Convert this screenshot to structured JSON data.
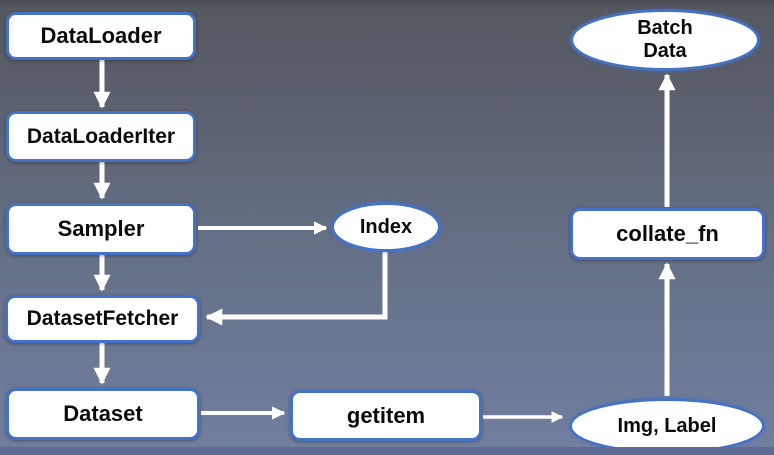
{
  "diagram": {
    "nodes": {
      "dataloader": {
        "label": "DataLoader",
        "shape": "rect"
      },
      "dataloaderiter": {
        "label": "DataLoaderIter",
        "shape": "rect"
      },
      "sampler": {
        "label": "Sampler",
        "shape": "rect"
      },
      "datasetfetcher": {
        "label": "DatasetFetcher",
        "shape": "rect"
      },
      "dataset": {
        "label": "Dataset",
        "shape": "rect"
      },
      "getitem": {
        "label": "getitem",
        "shape": "rect"
      },
      "collate_fn": {
        "label": "collate_fn",
        "shape": "rect"
      },
      "index": {
        "label": "Index",
        "shape": "ellipse"
      },
      "img_label": {
        "label": "Img, Label",
        "shape": "ellipse"
      },
      "batch_data": {
        "label": "Batch Data",
        "line1": "Batch",
        "line2": "Data",
        "shape": "ellipse"
      }
    },
    "edges": [
      {
        "from": "DataLoader",
        "to": "DataLoaderIter"
      },
      {
        "from": "DataLoaderIter",
        "to": "Sampler"
      },
      {
        "from": "Sampler",
        "to": "Index"
      },
      {
        "from": "Sampler",
        "to": "DatasetFetcher"
      },
      {
        "from": "Index",
        "to": "DatasetFetcher"
      },
      {
        "from": "DatasetFetcher",
        "to": "Dataset"
      },
      {
        "from": "Dataset",
        "to": "getitem"
      },
      {
        "from": "getitem",
        "to": "Img, Label"
      },
      {
        "from": "Img, Label",
        "to": "collate_fn"
      },
      {
        "from": "collate_fn",
        "to": "Batch Data"
      }
    ],
    "colors": {
      "node_border": "#4472c4",
      "node_fill": "#ffffff",
      "arrow": "#ffffff",
      "text": "#0b0b0b",
      "bg_top": "#4b4e55",
      "bg_upper": "#55585f",
      "bg_mid": "#657086",
      "bg_lower": "#71809f",
      "edge_strip": "#5d6b94"
    }
  }
}
